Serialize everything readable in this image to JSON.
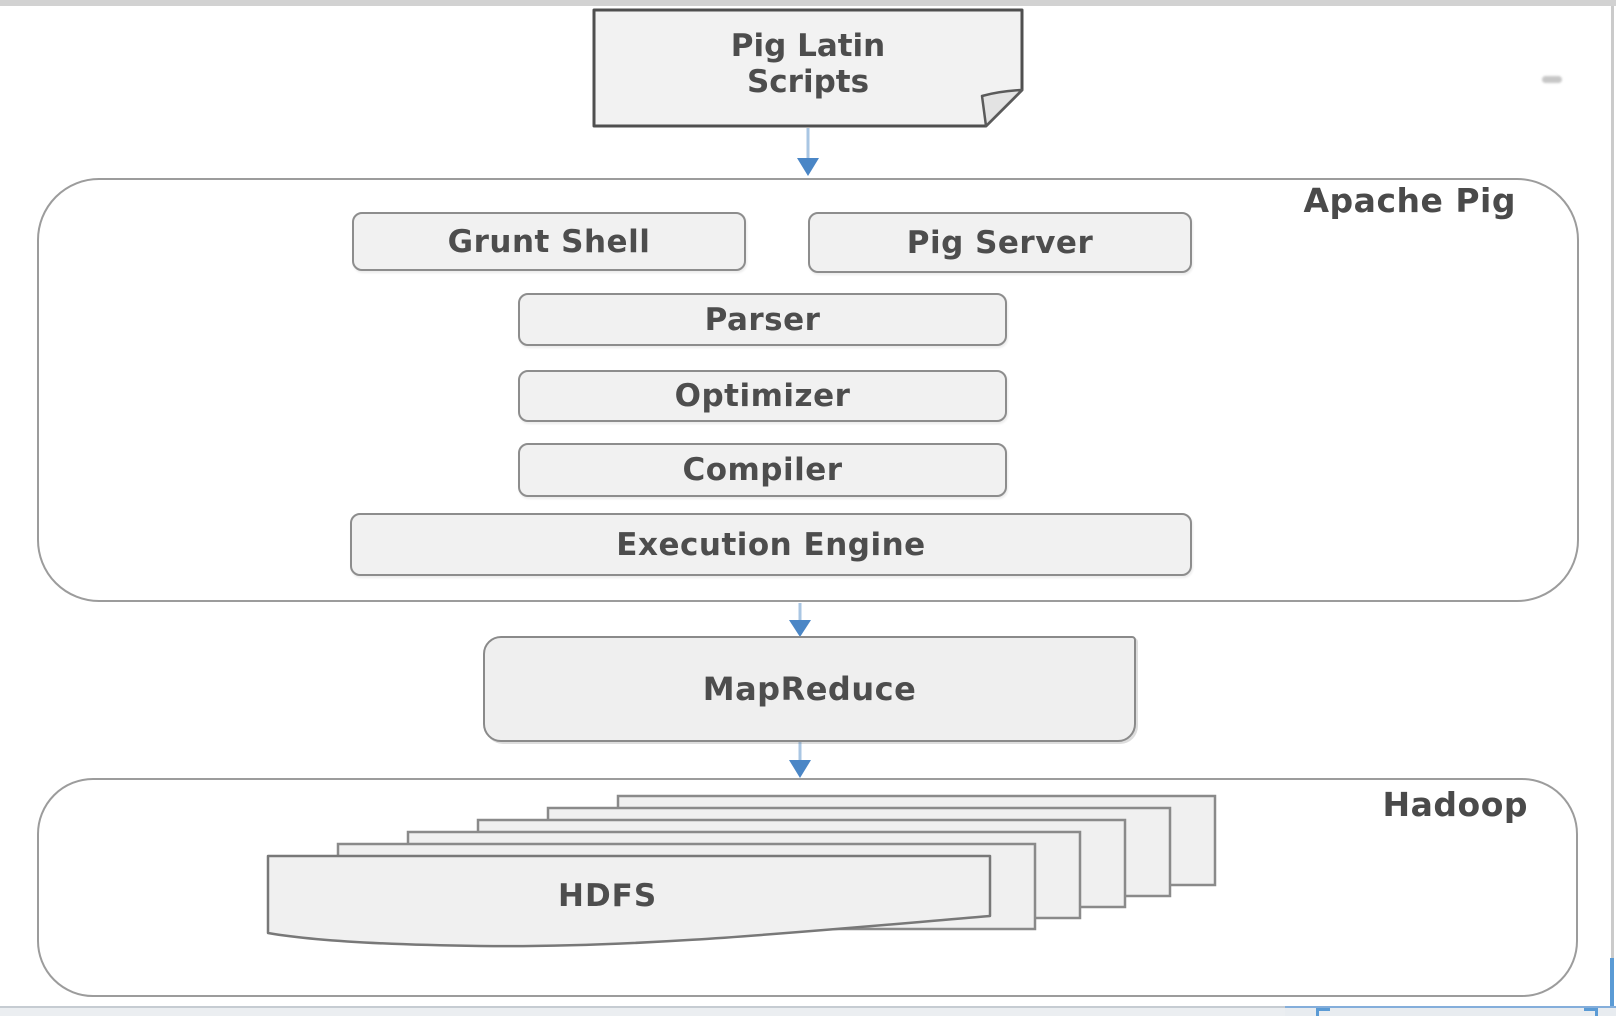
{
  "doc": {
    "label": "Pig Latin Scripts"
  },
  "apache_pig": {
    "label": "Apache Pig",
    "nodes": {
      "grunt_shell": "Grunt Shell",
      "pig_server": "Pig Server",
      "parser": "Parser",
      "optimizer": "Optimizer",
      "compiler": "Compiler",
      "execution_engine": "Execution Engine"
    }
  },
  "mapreduce": {
    "label": "MapReduce"
  },
  "hadoop": {
    "label": "Hadoop",
    "hdfs_label": "HDFS"
  },
  "arrows": [
    {
      "from": "pig-latin-scripts",
      "to": "apache-pig"
    },
    {
      "from": "apache-pig",
      "to": "mapreduce"
    },
    {
      "from": "mapreduce",
      "to": "hadoop"
    }
  ],
  "colors": {
    "box_fill": "#f1f1f1",
    "box_border": "#8d8d8d",
    "container_border": "#9c9c9c",
    "text": "#4d4d4d",
    "arrow_line": "#a9c6e3",
    "arrow_head": "#4a86c6",
    "doc_border": "#4f4f4f",
    "window_accent_blue": "#5b9bd5"
  }
}
